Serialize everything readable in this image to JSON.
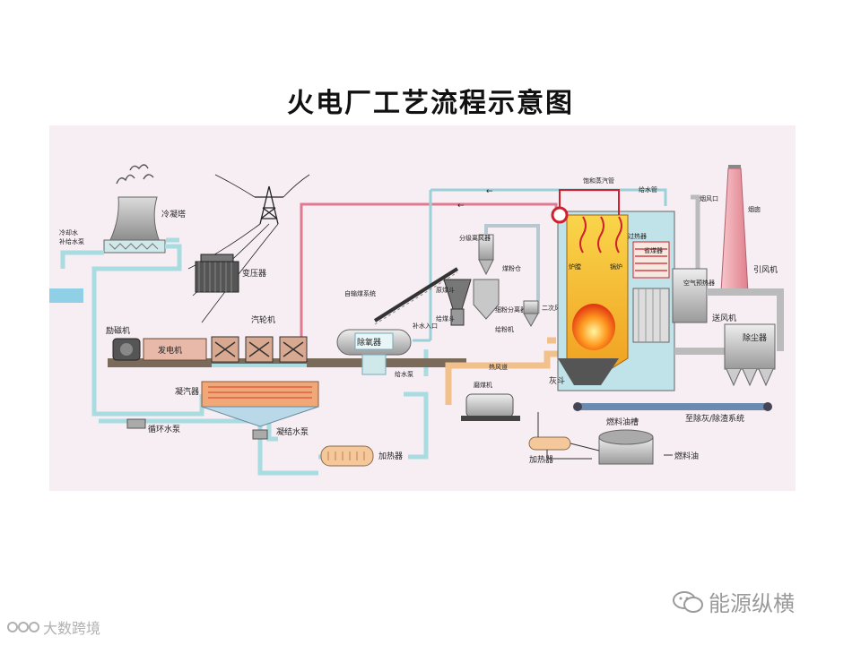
{
  "title": "火电厂工艺流程示意图",
  "labels": {
    "cooling_tower": "冷凝塔",
    "cold_water": "冷却水",
    "makeup_pump": "补给水泵",
    "transformer": "变压器",
    "exciter": "励磁机",
    "generator": "发电机",
    "turbine": "汽轮机",
    "condenser": "凝汽器",
    "circ_pump": "循环水泵",
    "cond_pump": "凝结水泵",
    "heater_lp": "加热器",
    "deaerator": "除氧器",
    "feed_pump": "给水泵",
    "mixer": "补水入口",
    "auto_conveyor": "自输煤系统",
    "raw_hopper": "原煤斗",
    "feeder": "给煤斗",
    "coal_mill": "磨煤机",
    "hot_air": "热风道",
    "separator_top": "分级离风器",
    "pulverized_bin": "煤粉仓",
    "pf_separator": "细粉分离器",
    "pf_feeder": "给粉机",
    "secondary_air": "二次风",
    "sat_steam": "饱和蒸汽管",
    "feed_pipe": "给水管",
    "superheater": "过热器",
    "economizer": "省煤器",
    "furnace": "炉膛",
    "boiler_drum": "锅炉",
    "ash_hopper": "灰斗",
    "air_preheater": "空气预热器",
    "fan": "送风机",
    "dust_collector": "除尘器",
    "id_fan": "引风机",
    "chimney_inlet": "烟风口",
    "chimney": "烟囱",
    "ash_removal": "至除灰/除渣系统",
    "fuel_tank": "燃料油槽",
    "fuel_heater": "加热器",
    "fuel_oil": "燃料油"
  },
  "watermark_right": "能源纵横",
  "watermark_left": "大数跨境",
  "colors": {
    "water": "#a8dce0",
    "steam": "#e06070",
    "boiler": "#f7c637",
    "chimney": "#f4a8b0",
    "panel": "#f7eef3"
  }
}
